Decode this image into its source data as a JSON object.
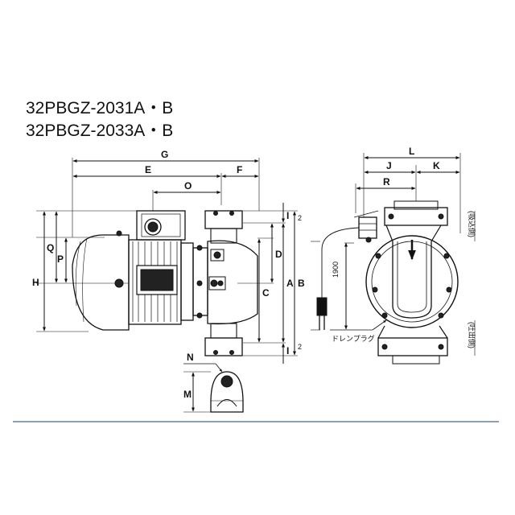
{
  "models": [
    "32PBGZ-2031A・B",
    "32PBGZ-2033A・B"
  ],
  "front_view": {
    "dims": {
      "G": "G",
      "E": "E",
      "F": "F",
      "O": "O",
      "H": "H",
      "Q": "Q",
      "P": "P",
      "D": "D",
      "A": "A",
      "B": "B",
      "C": "C",
      "I_top": "I",
      "I_bottom": "I",
      "two_top": "2",
      "two_bottom": "2",
      "N": "N",
      "M": "M"
    }
  },
  "side_view": {
    "dims": {
      "L": "L",
      "J": "J",
      "K": "K",
      "R": "R"
    },
    "cord_length": "1900",
    "drain_plug": "ドレンプラグ",
    "suction_label": "(吸込側)",
    "discharge_label": "(吐出側)"
  }
}
